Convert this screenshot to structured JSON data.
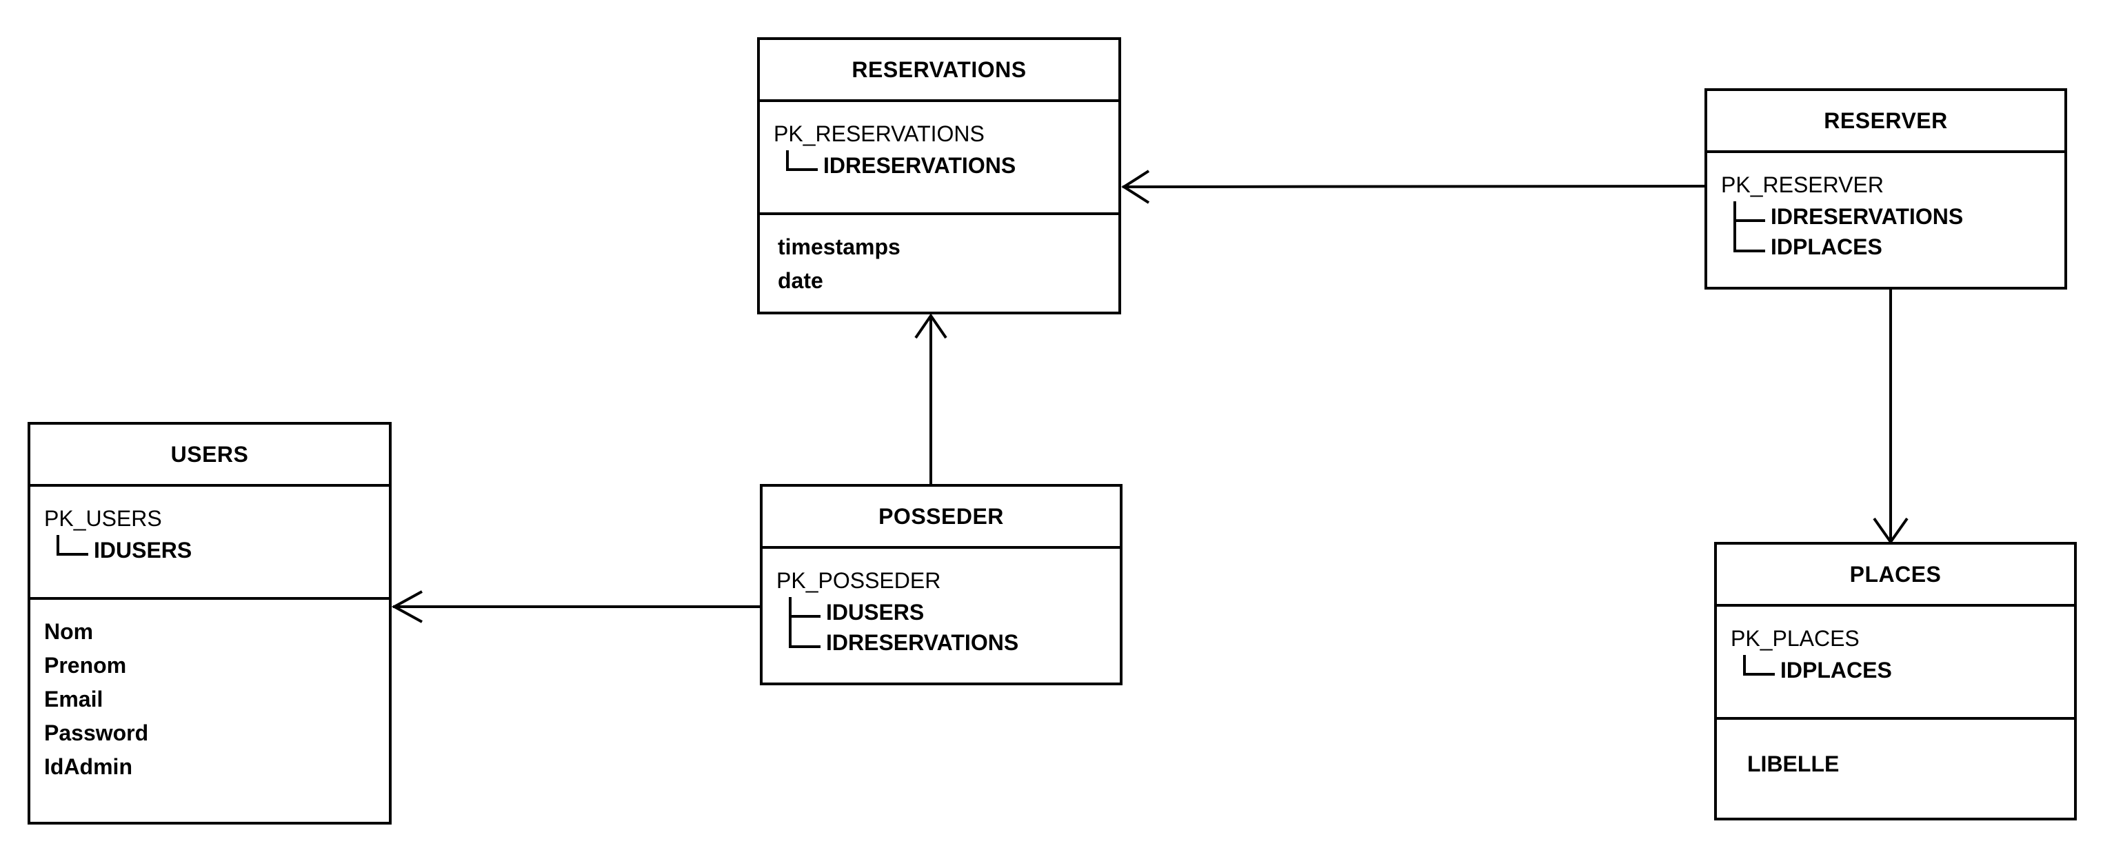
{
  "entities": {
    "reservations": {
      "title": "RESERVATIONS",
      "pk_name": "PK_RESERVATIONS",
      "pk_keys": [
        "IDRESERVATIONS"
      ],
      "attributes": [
        "timestamps",
        "date"
      ]
    },
    "reserver": {
      "title": "RESERVER",
      "pk_name": "PK_RESERVER",
      "pk_keys": [
        "IDRESERVATIONS",
        "IDPLACES"
      ],
      "attributes": []
    },
    "users": {
      "title": "USERS",
      "pk_name": "PK_USERS",
      "pk_keys": [
        "IDUSERS"
      ],
      "attributes": [
        "Nom",
        "Prenom",
        "Email",
        "Password",
        "IdAdmin"
      ]
    },
    "posseder": {
      "title": "POSSEDER",
      "pk_name": "PK_POSSEDER",
      "pk_keys": [
        "IDUSERS",
        "IDRESERVATIONS"
      ],
      "attributes": []
    },
    "places": {
      "title": "PLACES",
      "pk_name": "PK_PLACES",
      "pk_keys": [
        "IDPLACES"
      ],
      "attributes": [
        "LIBELLE"
      ]
    }
  },
  "relationships": [
    {
      "from": "reserver",
      "to": "reservations"
    },
    {
      "from": "reserver",
      "to": "places"
    },
    {
      "from": "posseder",
      "to": "reservations"
    },
    {
      "from": "posseder",
      "to": "users"
    }
  ]
}
